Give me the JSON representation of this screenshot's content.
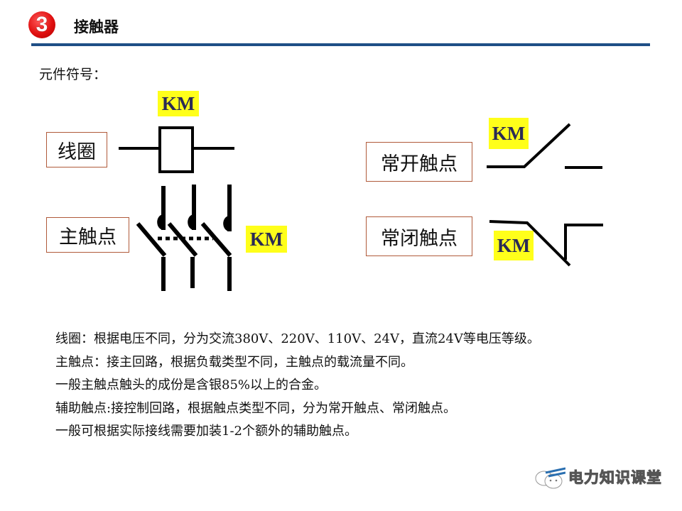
{
  "header": {
    "section_number": "3",
    "title": "接触器",
    "accent_color": "#1f4f86",
    "badge_color": "#e01010"
  },
  "subtitle": "元件符号：",
  "symbols": {
    "coil": {
      "label": "线圈",
      "tag": "KM"
    },
    "main_contact": {
      "label": "主触点",
      "tag": "KM"
    },
    "no_contact": {
      "label": "常开触点",
      "tag": "KM"
    },
    "nc_contact": {
      "label": "常闭触点",
      "tag": "KM"
    }
  },
  "description": [
    "线圈：根据电压不同，分为交流380V、220V、110V、24V，直流24V等电压等级。",
    "主触点：接主回路，根据负载类型不同，主触点的载流量不同。",
    "一般主触点触头的成份是含银85%以上的合金。",
    "辅助触点:接控制回路，根据触点类型不同，分为常开触点、常闭触点。",
    "一般可根据实际接线需要加装1-2个额外的辅助触点。"
  ],
  "watermark": {
    "text": "电力知识课堂",
    "icon": "wechat-chat-icon"
  }
}
